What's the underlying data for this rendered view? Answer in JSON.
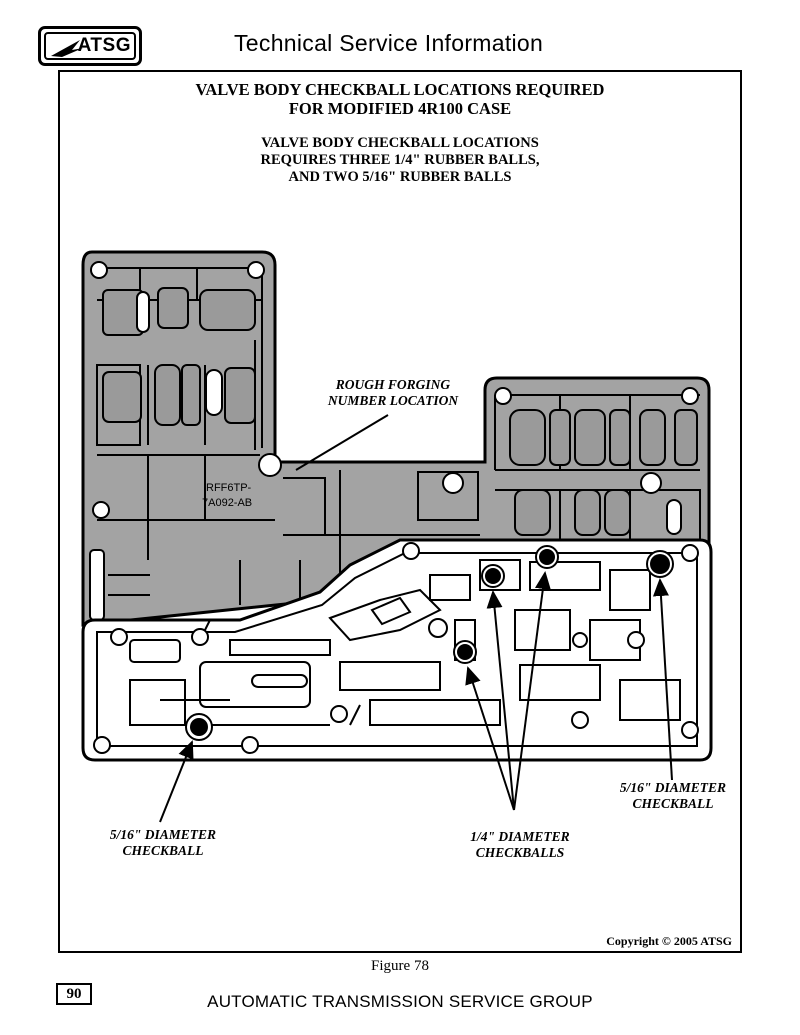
{
  "header": {
    "logo_text": "ATSG",
    "title": "Technical Service Information"
  },
  "main": {
    "title_line1": "VALVE BODY CHECKBALL LOCATIONS REQUIRED",
    "title_line2": "FOR MODIFIED 4R100 CASE",
    "subtitle_line1": "VALVE BODY CHECKBALL LOCATIONS",
    "subtitle_line2": "REQUIRES THREE 1/4\" RUBBER BALLS,",
    "subtitle_line3": "AND TWO 5/16\" RUBBER BALLS"
  },
  "diagram": {
    "casting_number_line1": "RFF6TP-",
    "casting_number_line2": "7A092-AB",
    "callouts": {
      "forging_line1": "ROUGH FORGING",
      "forging_line2": "NUMBER LOCATION",
      "left_ball_line1": "5/16\" DIAMETER",
      "left_ball_line2": "CHECKBALL",
      "center_balls_line1": "1/4\" DIAMETER",
      "center_balls_line2": "CHECKBALLS",
      "right_ball_line1": "5/16\" DIAMETER",
      "right_ball_line2": "CHECKBALL"
    },
    "colors": {
      "casting_fill": "#a3a3a3",
      "plate_fill": "#ffffff",
      "outline": "#000000"
    }
  },
  "footer": {
    "copyright": "Copyright © 2005 ATSG",
    "figure_label": "Figure 78",
    "page_number": "90",
    "company": "AUTOMATIC TRANSMISSION SERVICE GROUP"
  }
}
